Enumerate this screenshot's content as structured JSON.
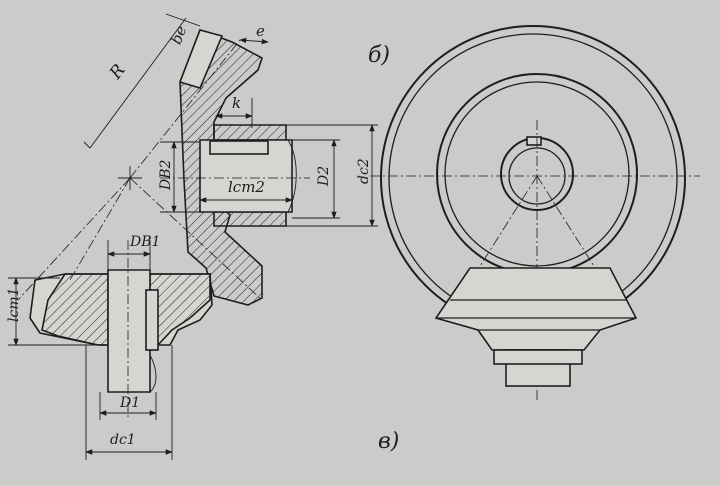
{
  "figure": {
    "view_labels": {
      "b": "б)",
      "v": "в)"
    },
    "dimensions": {
      "be": "be",
      "e": "e",
      "R": "R",
      "k": "k",
      "DB2": "DB2",
      "lcm2": "lcm2",
      "D2": "D2",
      "dc2": "dc2",
      "DB1": "DB1",
      "lcm1": "lcm1",
      "D1": "D1",
      "dc1": "dc1"
    }
  }
}
